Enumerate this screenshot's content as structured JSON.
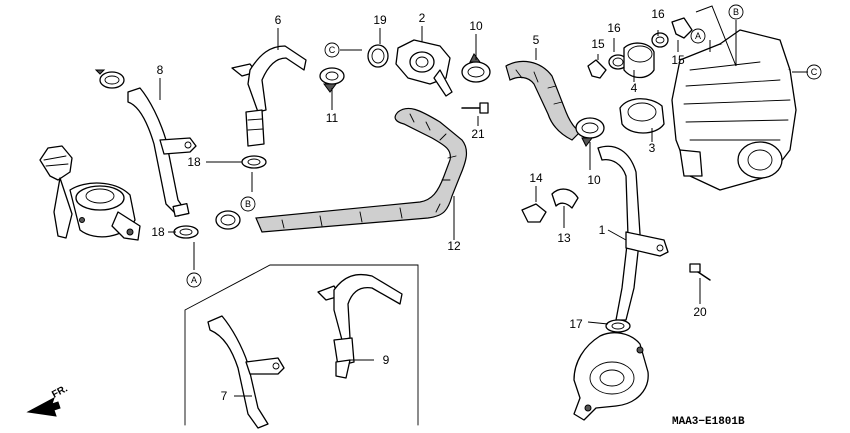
{
  "callouts": {
    "c1": "1",
    "c2": "2",
    "c3": "3",
    "c4": "4",
    "c5": "5",
    "c6": "6",
    "c7": "7",
    "c8": "8",
    "c9": "9",
    "c10a": "10",
    "c10b": "10",
    "c11": "11",
    "c12": "12",
    "c13": "13",
    "c14": "14",
    "c15a": "15",
    "c15b": "15",
    "c16a": "16",
    "c16b": "16",
    "c17": "17",
    "c18a": "18",
    "c18b": "18",
    "c19": "19",
    "c20": "20",
    "c21": "21"
  },
  "refs": {
    "a_bottom": "A",
    "a_top": "A",
    "b_left": "B",
    "b_top": "B",
    "c_left": "C",
    "c_right": "C"
  },
  "drawing_code": "MAA3−E1801B",
  "front_label": "FR."
}
